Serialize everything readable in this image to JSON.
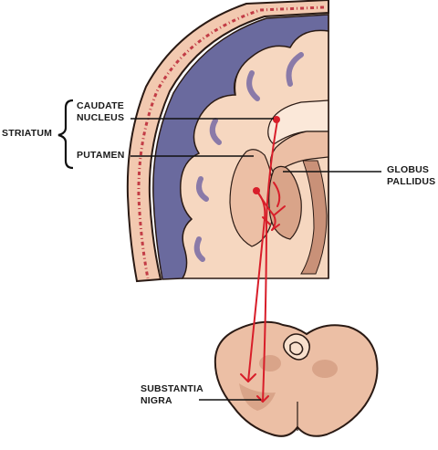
{
  "labels": {
    "striatum": "STRIATUM",
    "caudate_line1": "CAUDATE",
    "caudate_line2": "NUCLEUS",
    "putamen": "PUTAMEN",
    "globus_line1": "GLOBUS",
    "globus_line2": "PALLIDUS",
    "substantia_line1": "SUBSTANTIA",
    "substantia_line2": "NIGRA"
  },
  "colors": {
    "outline": "#2a1a14",
    "skin_band": "#f2c9b0",
    "skull_pattern": "#c23b45",
    "cortex_gray": "#6a6a9e",
    "white_matter": "#f6d7c0",
    "basal_ganglia": "#ecbfa5",
    "globus": "#d9a489",
    "ventricle": "#fbe8d9",
    "pathway": "#d81e2a",
    "leader_line": "#111111"
  }
}
